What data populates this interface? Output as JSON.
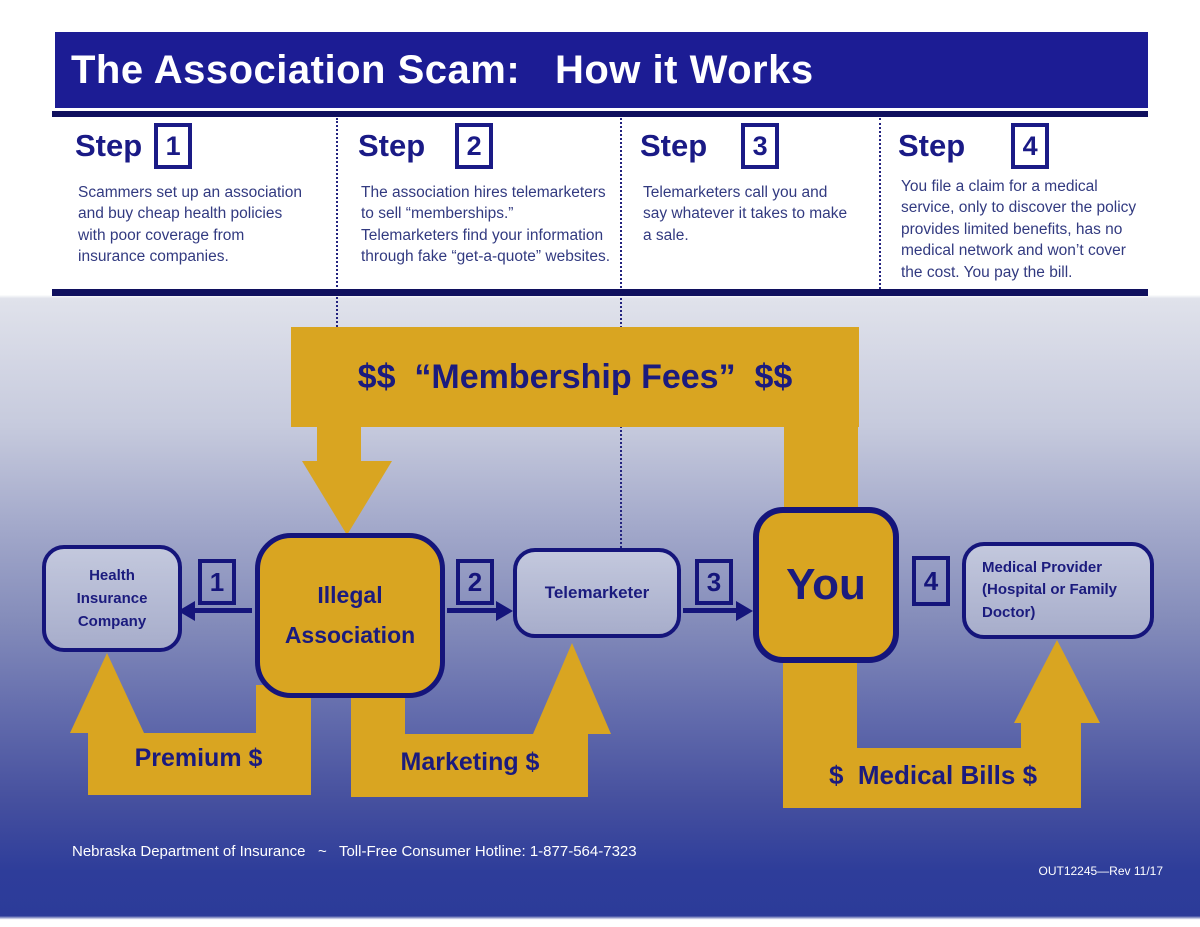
{
  "header": {
    "title": "The Association Scam:   How it Works"
  },
  "steps": [
    {
      "label": "Step",
      "number": "1",
      "text": "Scammers set up an association\nand buy cheap health policies\nwith poor coverage from\ninsurance companies."
    },
    {
      "label": "Step",
      "number": "2",
      "text": "The association hires telemarketers\nto sell “memberships.”\nTelemarketers find your information\nthrough fake “get-a-quote” websites."
    },
    {
      "label": "Step",
      "number": "3",
      "text": "Telemarketers call you and\nsay whatever it takes to make\na sale."
    },
    {
      "label": "Step",
      "number": "4",
      "text": "You file a claim for a medical\nservice, only to discover the policy\nprovides limited benefits, has no\nmedical network and won’t cover\nthe cost. You pay the bill."
    }
  ],
  "diagram": {
    "banner_label": "$$  “Membership Fees”  $$",
    "nodes": {
      "health_insurance": {
        "label": "Health\nInsurance\nCompany"
      },
      "illegal_association": {
        "label": "Illegal\nAssociation"
      },
      "telemarketer": {
        "label": "Telemarketer"
      },
      "you": {
        "label": "You"
      },
      "medical_provider": {
        "label": "Medical Provider\n(Hospital or Family\nDoctor)"
      }
    },
    "arrow_numbers": [
      "1",
      "2",
      "3",
      "4"
    ],
    "flows": {
      "premium": {
        "label": "Premium $"
      },
      "marketing": {
        "label": "Marketing $"
      },
      "medical_bills": {
        "label": "$  Medical Bills $"
      }
    }
  },
  "footer": {
    "text": "Nebraska Department of Insurance   ~   Toll-Free Consumer Hotline: 1-877-564-7323",
    "code": "OUT12245—Rev 11/17"
  },
  "colors": {
    "header_bar": "#1c1c94",
    "navy": "#15157b",
    "gold": "#d9a521",
    "background_bottom": "#2c3b99",
    "node_fill": "#b4bad6",
    "white": "#ffffff"
  }
}
